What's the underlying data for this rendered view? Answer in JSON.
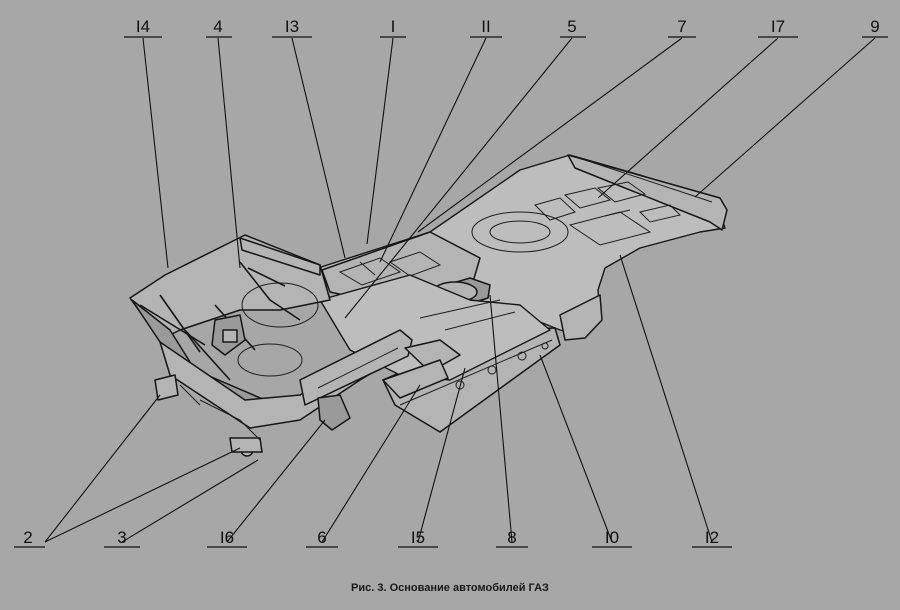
{
  "caption": "Рис. 3. Основание автомобилей ГАЗ",
  "callouts": [
    {
      "id": "I4",
      "text": "I4"
    },
    {
      "id": "4",
      "text": "4"
    },
    {
      "id": "I3",
      "text": "I3"
    },
    {
      "id": "I",
      "text": "I"
    },
    {
      "id": "II",
      "text": "II"
    },
    {
      "id": "5",
      "text": "5"
    },
    {
      "id": "7",
      "text": "7"
    },
    {
      "id": "I7",
      "text": "I7"
    },
    {
      "id": "9",
      "text": "9"
    },
    {
      "id": "2",
      "text": "2"
    },
    {
      "id": "3",
      "text": "3"
    },
    {
      "id": "I6",
      "text": "I6"
    },
    {
      "id": "6",
      "text": "6"
    },
    {
      "id": "I5",
      "text": "I5"
    },
    {
      "id": "8",
      "text": "8"
    },
    {
      "id": "I0",
      "text": "I0"
    },
    {
      "id": "I2",
      "text": "I2"
    }
  ]
}
